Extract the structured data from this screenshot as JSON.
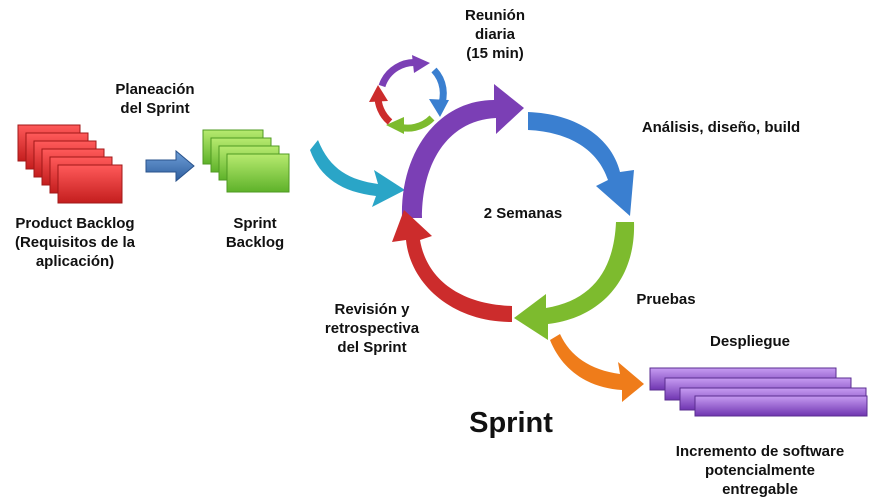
{
  "labels": {
    "daily_meeting": "Reunión\ndiaria\n(15 min)",
    "sprint_planning": "Planeación\ndel Sprint",
    "analysis": "Análisis, diseño, build",
    "product_backlog": "Product Backlog\n(Requisitos de la\naplicación)",
    "sprint_backlog": "Sprint\nBacklog",
    "duration": "2 Semanas",
    "testing": "Pruebas",
    "review": "Revisión y\nretrospectiva\ndel Sprint",
    "deployment": "Despliegue",
    "title": "Sprint",
    "increment": "Incremento de software\npotencialmente\nentregable"
  },
  "colors": {
    "product_backlog": "#d62a2a",
    "sprint_backlog": "#7cc43a",
    "increment": "#8e4fd0",
    "flow_arrow": "#3d6fb0",
    "cycle_purple": "#7b3fb5",
    "cycle_blue": "#3a7fd0",
    "cycle_green": "#7dbb2e",
    "cycle_red": "#cc2c2c",
    "input_arrow": "#2aa5c7",
    "deploy_arrow": "#ef7c1a"
  }
}
